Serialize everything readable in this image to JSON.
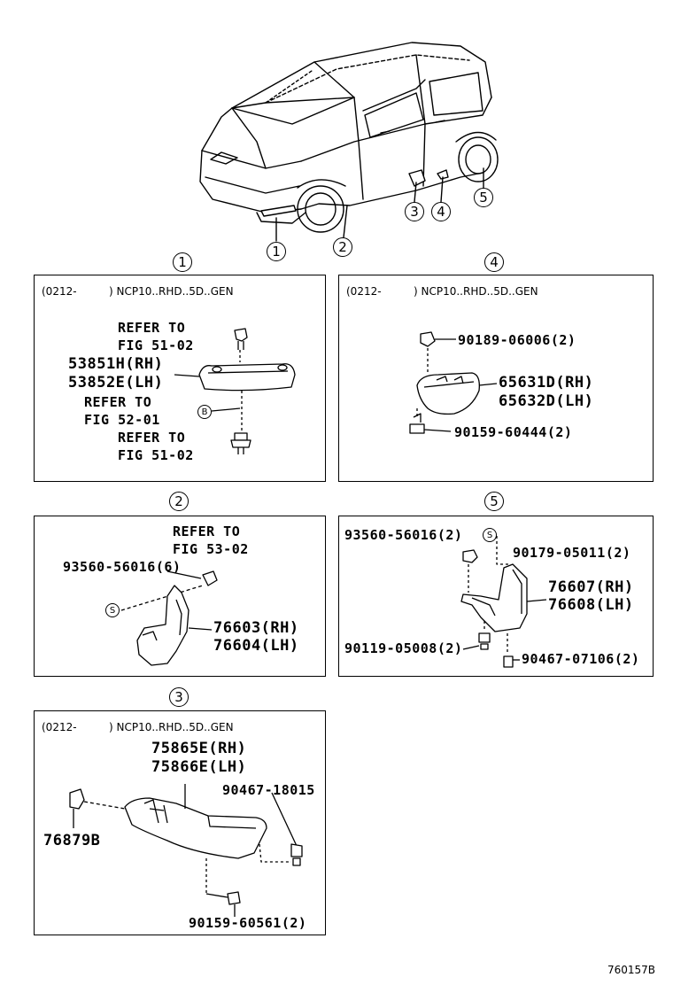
{
  "overview": {
    "callouts": [
      "1",
      "2",
      "3",
      "4",
      "5"
    ]
  },
  "panel1": {
    "number": "1",
    "header_code": "(0212-",
    "header_model": ") NCP10..RHD..5D..GEN",
    "refer1_line1": "REFER TO",
    "refer1_line2": "FIG 51-02",
    "part_rh": "53851H(RH)",
    "part_lh": "53852E(LH)",
    "refer2_line1": "REFER TO",
    "refer2_line2": "FIG 52-01",
    "marker_b": "B",
    "refer3_line1": "REFER TO",
    "refer3_line2": "FIG 51-02"
  },
  "panel2": {
    "number": "2",
    "refer_line1": "REFER TO",
    "refer_line2": "FIG 53-02",
    "clip": "93560-56016(6)",
    "marker_s": "S",
    "part_rh": "76603(RH)",
    "part_lh": "76604(LH)"
  },
  "panel3": {
    "number": "3",
    "header_code": "(0212-",
    "header_model": ") NCP10..RHD..5D..GEN",
    "part_rh": "75865E(RH)",
    "part_lh": "75866E(LH)",
    "screw": "90467-18015",
    "clip": "76879B",
    "bolt": "90159-60561(2)"
  },
  "panel4": {
    "number": "4",
    "header_code": "(0212-",
    "header_model": ") NCP10..RHD..5D..GEN",
    "clip": "90189-06006(2)",
    "part_rh": "65631D(RH)",
    "part_lh": "65632D(LH)",
    "bolt": "90159-60444(2)"
  },
  "panel5": {
    "number": "5",
    "clip": "93560-56016(2)",
    "marker_s": "S",
    "nut": "90179-05011(2)",
    "part_rh": "76607(RH)",
    "part_lh": "76608(LH)",
    "screw1": "90119-05008(2)",
    "screw2": "90467-07106(2)"
  },
  "footer": {
    "code": "760157B"
  }
}
